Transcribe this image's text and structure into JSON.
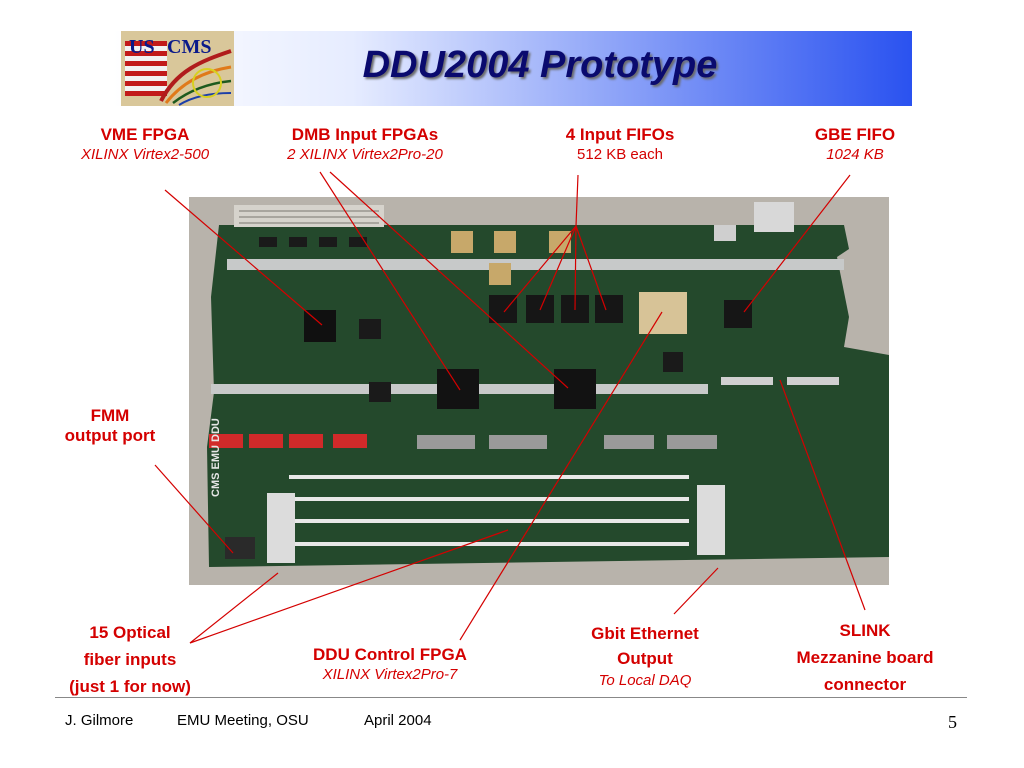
{
  "slide": {
    "title": "DDU2004 Prototype"
  },
  "logo": {
    "text_us": "US",
    "text_cms": "CMS"
  },
  "board": {
    "silkscreen_1": "CMS EMU DDU"
  },
  "labels": {
    "vme_fpga": {
      "title": "VME FPGA",
      "sub": "XILINX Virtex2-500"
    },
    "dmb_input": {
      "title": "DMB Input FPGAs",
      "sub": "2 XILINX Virtex2Pro-20"
    },
    "input_fifos": {
      "title": "4 Input FIFOs",
      "sub": "512 KB each"
    },
    "gbe_fifo": {
      "title": "GBE FIFO",
      "sub": "1024 KB"
    },
    "fmm": {
      "line1": "FMM",
      "line2": "output port"
    },
    "optical": {
      "line1": "15 Optical",
      "line2": "fiber inputs",
      "line3": "(just 1 for now)"
    },
    "ddu_control": {
      "title": "DDU Control FPGA",
      "sub": "XILINX Virtex2Pro-7"
    },
    "gbit": {
      "line1": "Gbit Ethernet",
      "line2": "Output",
      "sub": "To Local DAQ"
    },
    "slink": {
      "line1": "SLINK",
      "line2": "Mezzanine board",
      "line3": "connector"
    }
  },
  "footer": {
    "author": "J. Gilmore",
    "meeting": "EMU Meeting, OSU",
    "date": "April 2004",
    "page": "5"
  },
  "colors": {
    "label_red": "#d40000",
    "title_navy": "#0a0a6e",
    "pcb_green": "#24492c",
    "banner_blue": "#2a52f0"
  }
}
